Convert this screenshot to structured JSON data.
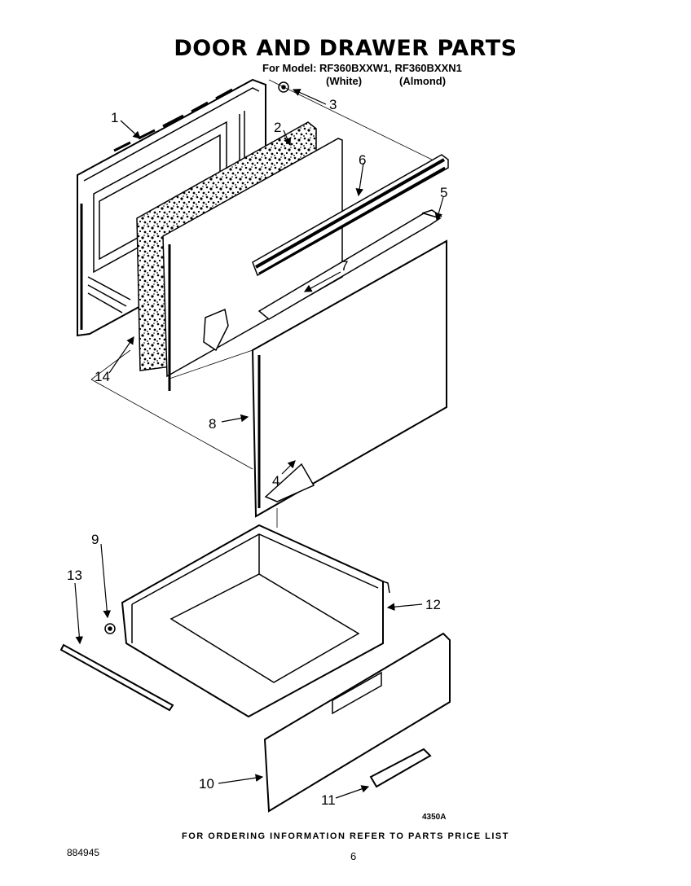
{
  "header": {
    "title": "DOOR AND DRAWER PARTS",
    "subtitle": "For Model: RF360BXXW1, RF360BXXN1",
    "variants": [
      "(White)",
      "(Almond)"
    ]
  },
  "callouts": [
    "1",
    "2",
    "3",
    "4",
    "5",
    "6",
    "7",
    "8",
    "9",
    "10",
    "11",
    "12",
    "13",
    "14"
  ],
  "figure_code": "4350A",
  "footer": {
    "note": "FOR ORDERING INFORMATION REFER TO PARTS PRICE LIST",
    "doc_number": "884945",
    "page_number": "6"
  },
  "colors": {
    "ink": "#000000",
    "paper": "#ffffff"
  }
}
